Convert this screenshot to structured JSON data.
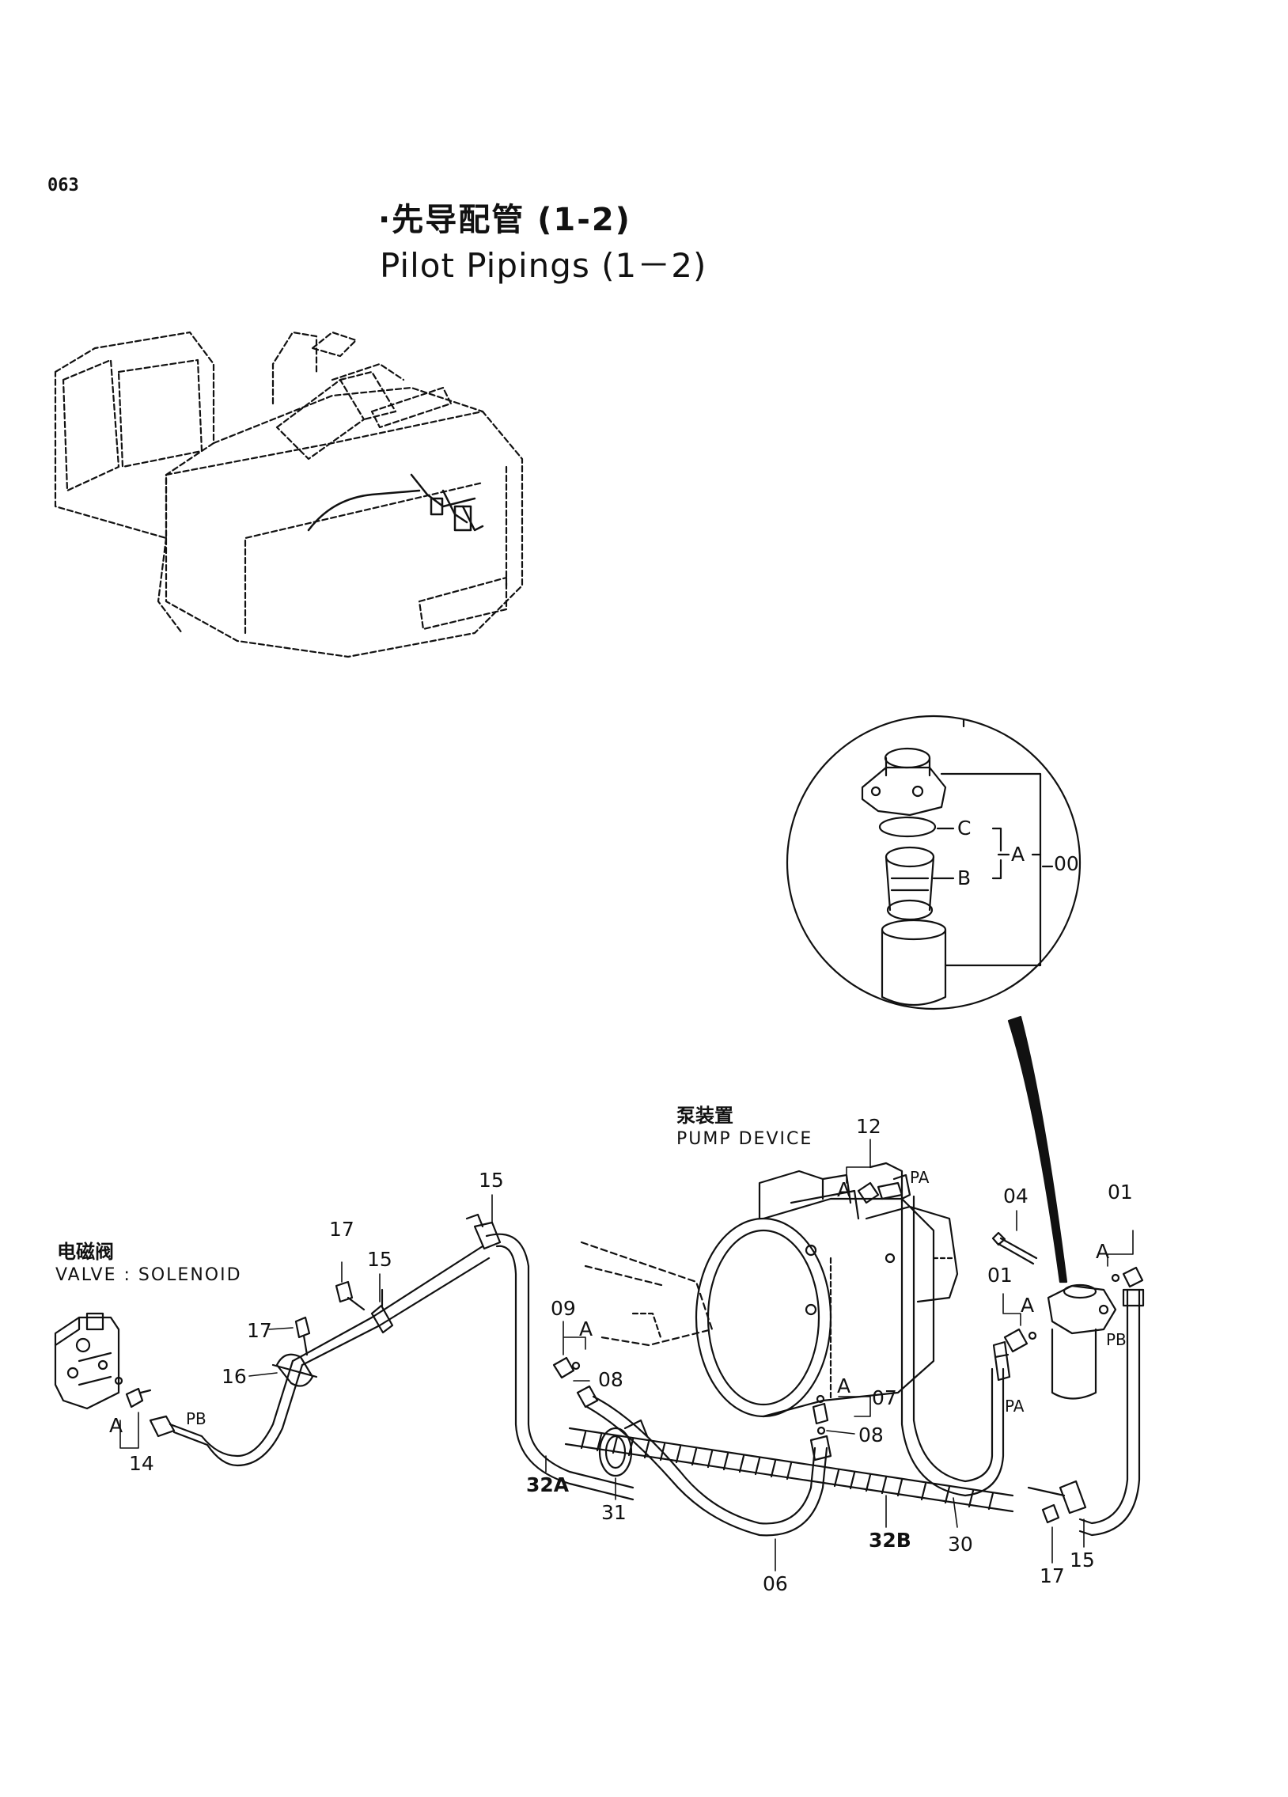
{
  "page_number": "063",
  "title": {
    "zh": "·先导配管 (1-2)",
    "en": "Pilot Pipings (1－2)"
  },
  "captions": {
    "pump_device_cn": "泵装置",
    "pump_device_en": "PUMP DEVICE",
    "solenoid_cn": "电磁阀",
    "solenoid_en": "VALVE : SOLENOID"
  },
  "filter_inset": {
    "labels": {
      "c": "C",
      "b": "B",
      "a": "A",
      "part": "00"
    }
  },
  "port_labels": {
    "pa_top": "PA",
    "pa_right": "PA",
    "pb_right": "PB",
    "pb_left": "PB"
  },
  "callouts": {
    "c01a": "01",
    "c01b": "01",
    "c04": "04",
    "c06": "06",
    "c07": "07",
    "c08a": "08",
    "c08b": "08",
    "c09": "09",
    "c12": "12",
    "c14": "14",
    "c15a": "15",
    "c15b": "15",
    "c15c": "15",
    "c16": "16",
    "c17a": "17",
    "c17b": "17",
    "c17c": "17",
    "c30": "30",
    "c31": "31",
    "c32a": "32A",
    "c32b": "32B",
    "a1": "A",
    "a2": "A",
    "a3": "A",
    "a4": "A",
    "a5": "A",
    "a6": "A"
  }
}
